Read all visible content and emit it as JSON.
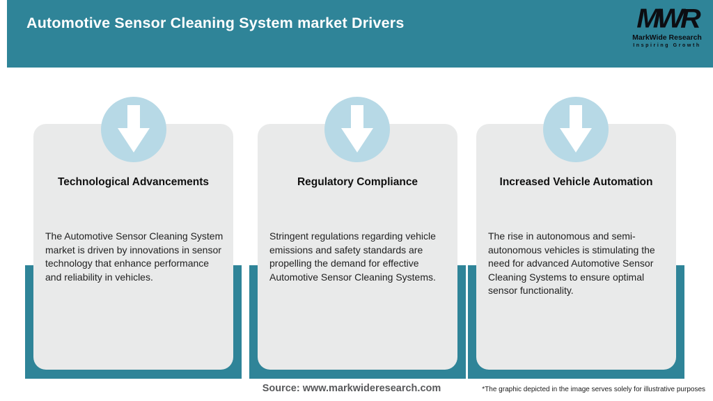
{
  "header": {
    "title": "Automotive Sensor Cleaning System market Drivers",
    "logo": {
      "monogram": "MWR",
      "name": "MarkWide Research",
      "tagline": "Inspiring Growth"
    }
  },
  "cards": [
    {
      "title": "Technological Advancements",
      "body": "The Automotive Sensor Cleaning System market is driven by innovations in sensor technology that enhance performance and reliability in vehicles."
    },
    {
      "title": "Regulatory Compliance",
      "body": "Stringent regulations regarding vehicle emissions and safety standards are propelling the demand for effective Automotive Sensor Cleaning Systems."
    },
    {
      "title": "Increased Vehicle Automation",
      "body": "The rise in autonomous and semi-autonomous vehicles is stimulating the need for advanced Automotive Sensor Cleaning Systems to ensure optimal sensor functionality."
    }
  ],
  "footer": {
    "source": "Source: www.markwideresearch.com",
    "disclaimer": "*The graphic depicted in the image serves solely for illustrative purposes"
  },
  "colors": {
    "teal": "#2f8498",
    "circle_blue": "#b7d9e6",
    "card_gray": "#e9eaea"
  }
}
